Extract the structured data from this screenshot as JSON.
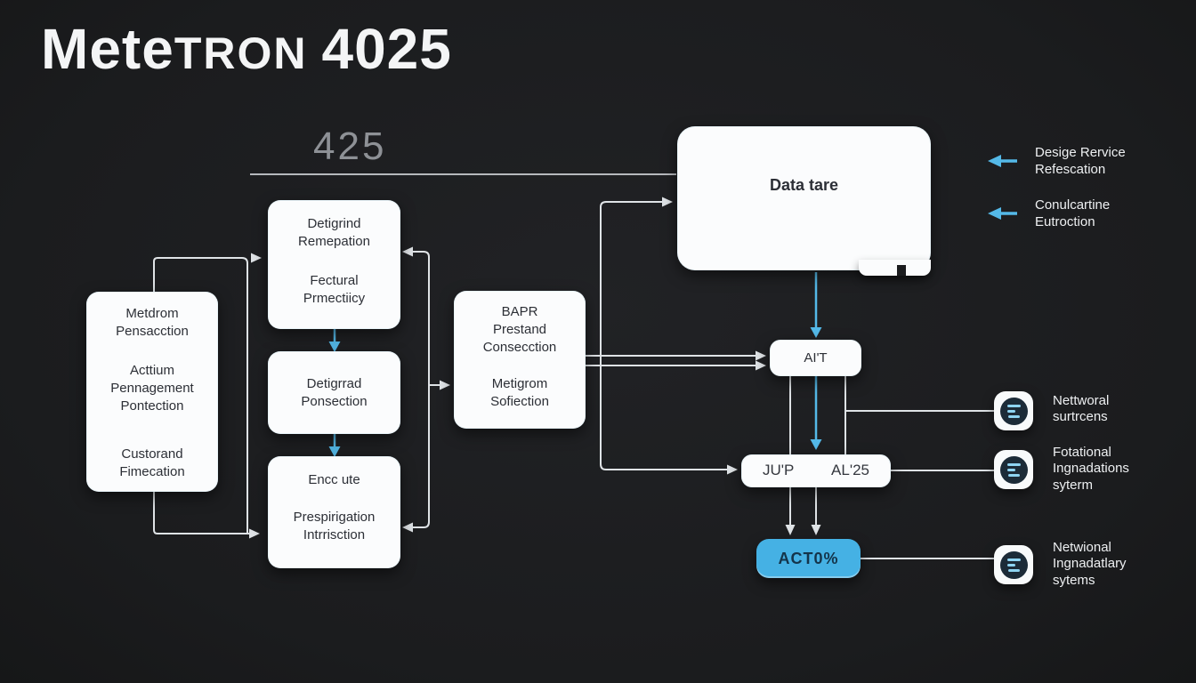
{
  "title": {
    "part_1": "Mete",
    "part_2": "TRON",
    "part_3": "4025"
  },
  "diagram": {
    "version_label": "425",
    "nodes": {
      "left": {
        "groups": [
          "Metdrom\nPensacction",
          "Acttium\nPennagement\nPontection",
          "Custorand\nFimecation"
        ]
      },
      "mid_top": {
        "groups": [
          "Detigrind\nRemepation",
          "Fectural\nPrmectiicy"
        ]
      },
      "mid_center": {
        "groups": [
          "Detigrrad\nPonsection"
        ]
      },
      "mid_bottom": {
        "groups": [
          "Encc ute",
          "Prespirigation\nIntrrisction"
        ]
      },
      "bapr": {
        "groups": [
          "BAPR\nPrestand\nConsecction",
          "Metigrom\nSofiection"
        ]
      },
      "data_tare": {
        "label": "Data tare"
      },
      "ait": {
        "label": "AI'T"
      },
      "jup": {
        "left_label": "JU'P",
        "right_label": "AL'25"
      },
      "act": {
        "label": "ACT0%"
      }
    },
    "annotations": [
      {
        "label": "Desige Rervice\nRefescation"
      },
      {
        "label": "Conulcartine\nEutroction"
      }
    ],
    "icon_items": [
      {
        "icon": "menu-lines-icon",
        "label": "Nettworal\nsurtrcens"
      },
      {
        "icon": "menu-lines-icon",
        "label": "Fotational\nIngnadations\nsyterm"
      },
      {
        "icon": "menu-lines-icon",
        "label": "Netwional\nIngnadatlary\nsytems"
      }
    ],
    "colors": {
      "background": "#1e1f21",
      "accent_blue": "#54b9e8",
      "act_box": "#45b1e4",
      "box_white": "#fbfcfd",
      "gray_label": "#8e9196",
      "wire_white": "#dfe3e6"
    }
  }
}
